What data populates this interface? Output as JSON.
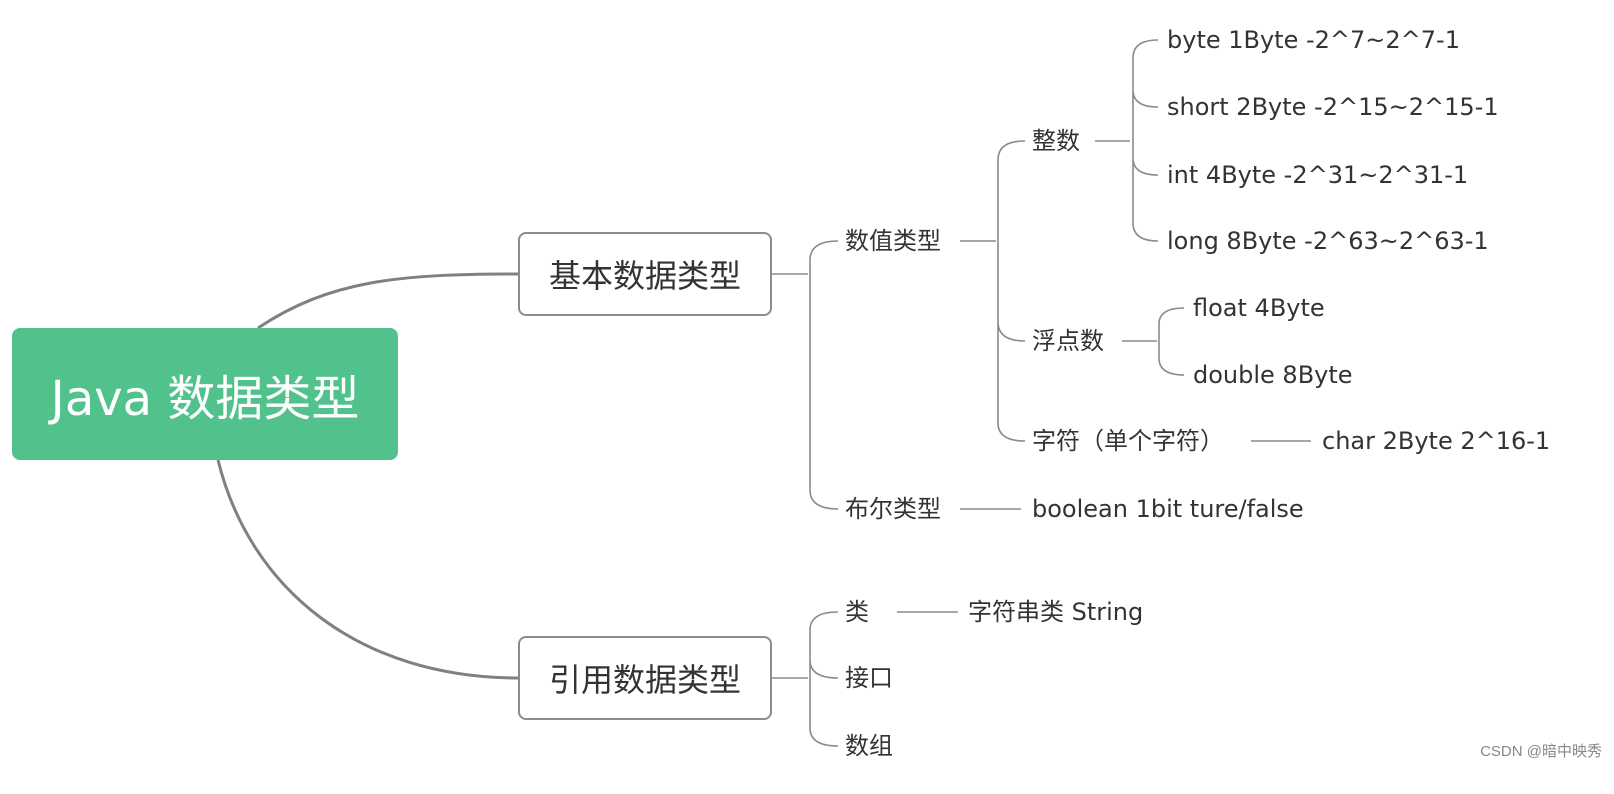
{
  "diagram": {
    "root": "Java 数据类型",
    "branches": [
      {
        "label": "基本数据类型",
        "children": [
          {
            "label": "数值类型",
            "children": [
              {
                "label": "整数",
                "children": [
                  "byte 1Byte -2^7~2^7-1",
                  "short 2Byte -2^15~2^15-1",
                  "int 4Byte -2^31~2^31-1",
                  "long 8Byte -2^63~2^63-1"
                ]
              },
              {
                "label": "浮点数",
                "children": [
                  "float 4Byte",
                  "double 8Byte"
                ]
              },
              {
                "label": "字符（单个字符）",
                "children": [
                  "char 2Byte 2^16-1"
                ]
              }
            ]
          },
          {
            "label": "布尔类型",
            "children": [
              "boolean 1bit ture/false"
            ]
          }
        ]
      },
      {
        "label": "引用数据类型",
        "children": [
          {
            "label": "类",
            "children": [
              "字符串类 String"
            ]
          },
          {
            "label": "接口"
          },
          {
            "label": "数组"
          }
        ]
      }
    ],
    "colors": {
      "root_fill": "#52c28d",
      "root_text": "#ffffff",
      "box_border": "#8c8c8c",
      "line": "#888888",
      "text": "#333333"
    }
  },
  "watermark": "CSDN @暗中映秀"
}
